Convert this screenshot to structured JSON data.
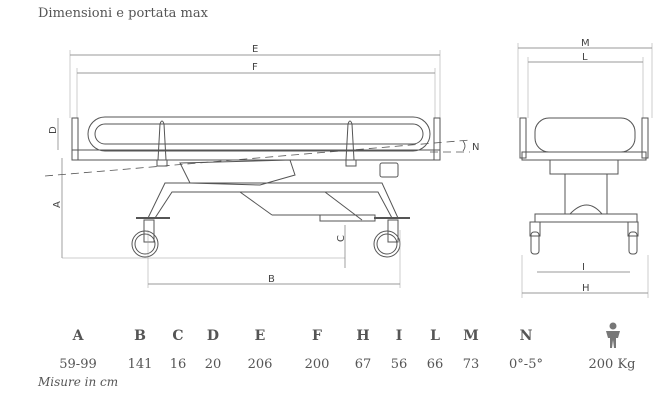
{
  "title": "Dimensioni e portata max",
  "drawing_labels": {
    "E": "E",
    "F": "F",
    "D": "D",
    "A": "A",
    "B": "B",
    "C": "C",
    "N": "N",
    "M": "M",
    "L": "L",
    "I": "I",
    "H": "H"
  },
  "specs": [
    {
      "label": "A",
      "value": "59-99"
    },
    {
      "label": "B",
      "value": "141"
    },
    {
      "label": "C",
      "value": "16"
    },
    {
      "label": "D",
      "value": "20"
    },
    {
      "label": "E",
      "value": "206"
    },
    {
      "label": "F",
      "value": "200"
    },
    {
      "label": "H",
      "value": "67"
    },
    {
      "label": "I",
      "value": "56"
    },
    {
      "label": "L",
      "value": "66"
    },
    {
      "label": "M",
      "value": "73"
    },
    {
      "label": "N",
      "value": "0°-5°"
    }
  ],
  "capacity": {
    "icon": "person-icon",
    "value": "200 Kg"
  },
  "note": "Misure in cm"
}
